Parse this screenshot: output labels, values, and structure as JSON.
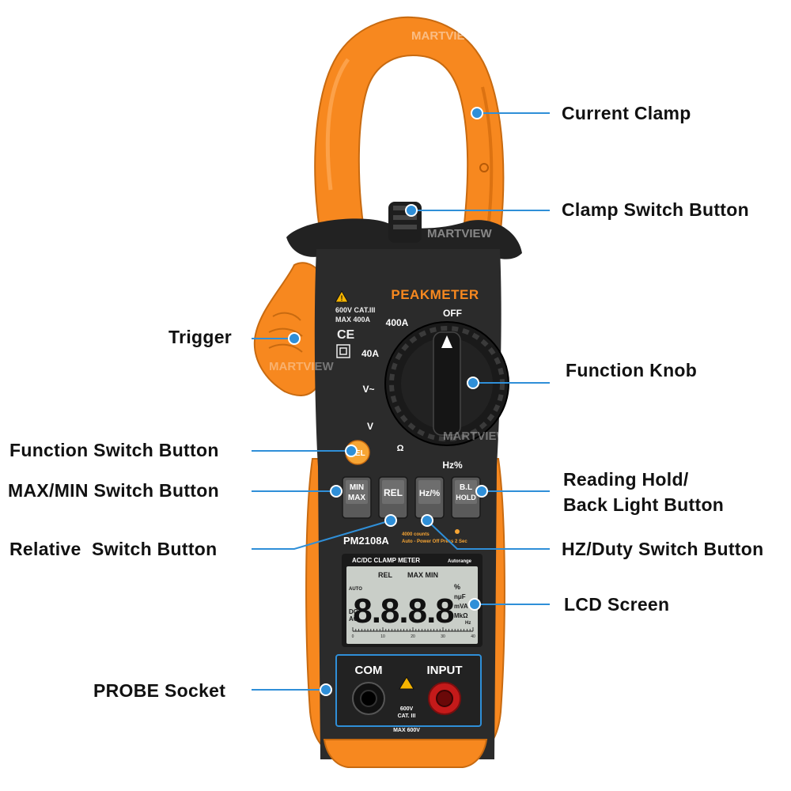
{
  "colors": {
    "orange": "#F7881F",
    "orange_dark": "#D96B08",
    "body_dark": "#2B2B2B",
    "leader": "#2F8FD8",
    "lcd_bg": "#C9CEC8",
    "probe_red": "#C41A1A"
  },
  "callouts": {
    "current_clamp": "Current Clamp",
    "clamp_switch_button": "Clamp Switch Button",
    "trigger": "Trigger",
    "function_knob": "Function Knob",
    "function_switch_button": "Function Switch Button",
    "max_min_switch_button": "MAX/MIN Switch Button",
    "reading_hold_line1": "Reading Hold/",
    "reading_hold_line2": "Back Light Button",
    "relative_switch_button": "Relative  Switch Button",
    "hz_duty_switch_button": "HZ/Duty Switch Button",
    "lcd_screen": "LCD Screen",
    "probe_socket": "PROBE Socket"
  },
  "meter": {
    "brand": "PEAKMETER",
    "rating_line1": "600V CAT.III",
    "rating_line2": "MAX 400A",
    "ce_mark": "CE",
    "model": "PM2108A",
    "counts": "4000 counts",
    "auto_power_off": "Auto - Power Off Press 2 Sec",
    "meter_title": "AC/DC CLAMP METER",
    "autorange": "Autorange",
    "dial": {
      "off": "OFF",
      "a400": "400A",
      "a40": "40A",
      "v_ac": "V~",
      "v_dc": "V",
      "cap_res": "Ω",
      "hz_pct": "Hz%"
    },
    "buttons": {
      "sel": "SEL",
      "minmax_1": "MIN",
      "minmax_2": "MAX",
      "rel": "REL",
      "hz": "Hz/%",
      "bl_1": "B.L",
      "bl_2": "HOLD"
    },
    "lcd": {
      "digits": "8.8.8.8",
      "status_rel": "REL",
      "status_maxmin": "MAX MIN",
      "auto": "AUTO",
      "dc": "DC",
      "ac": "AC",
      "unit_pct": "%",
      "unit_nuF": "nμF",
      "unit_mVA": "mVA",
      "unit_MkO": "MkΩ",
      "unit_Hz": "Hz",
      "scale_ticks": [
        "0",
        "10",
        "20",
        "30",
        "40"
      ]
    },
    "sockets": {
      "com": "COM",
      "input": "INPUT",
      "volt": "600V",
      "cat": "CAT. III",
      "max": "MAX 600V"
    }
  },
  "watermark": "MARTVIEW"
}
